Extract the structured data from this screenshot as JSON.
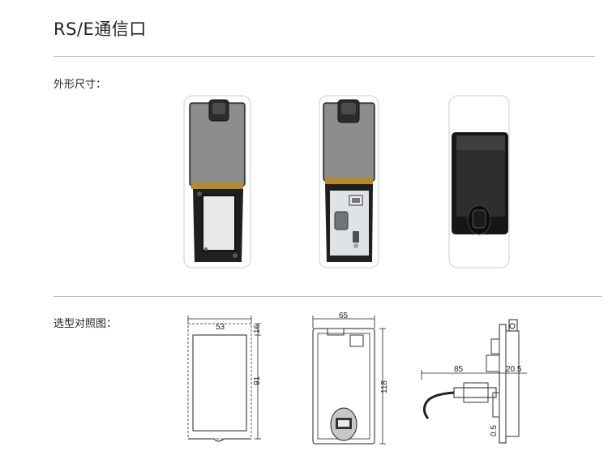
{
  "page": {
    "title": "RS/E通信口",
    "section_dimensions": "外形尺寸：",
    "section_selection": "选型对照图："
  },
  "drawings": {
    "front": {
      "width": "53",
      "height": "91",
      "depth": "16"
    },
    "rear": {
      "width": "65",
      "height": "118"
    },
    "side": {
      "cable_length": "85",
      "depth": "20.5",
      "thickness": "0.5"
    }
  },
  "icons": [
    "enclosure-open-empty",
    "enclosure-open-rj45-db9-usb",
    "enclosure-closed"
  ]
}
